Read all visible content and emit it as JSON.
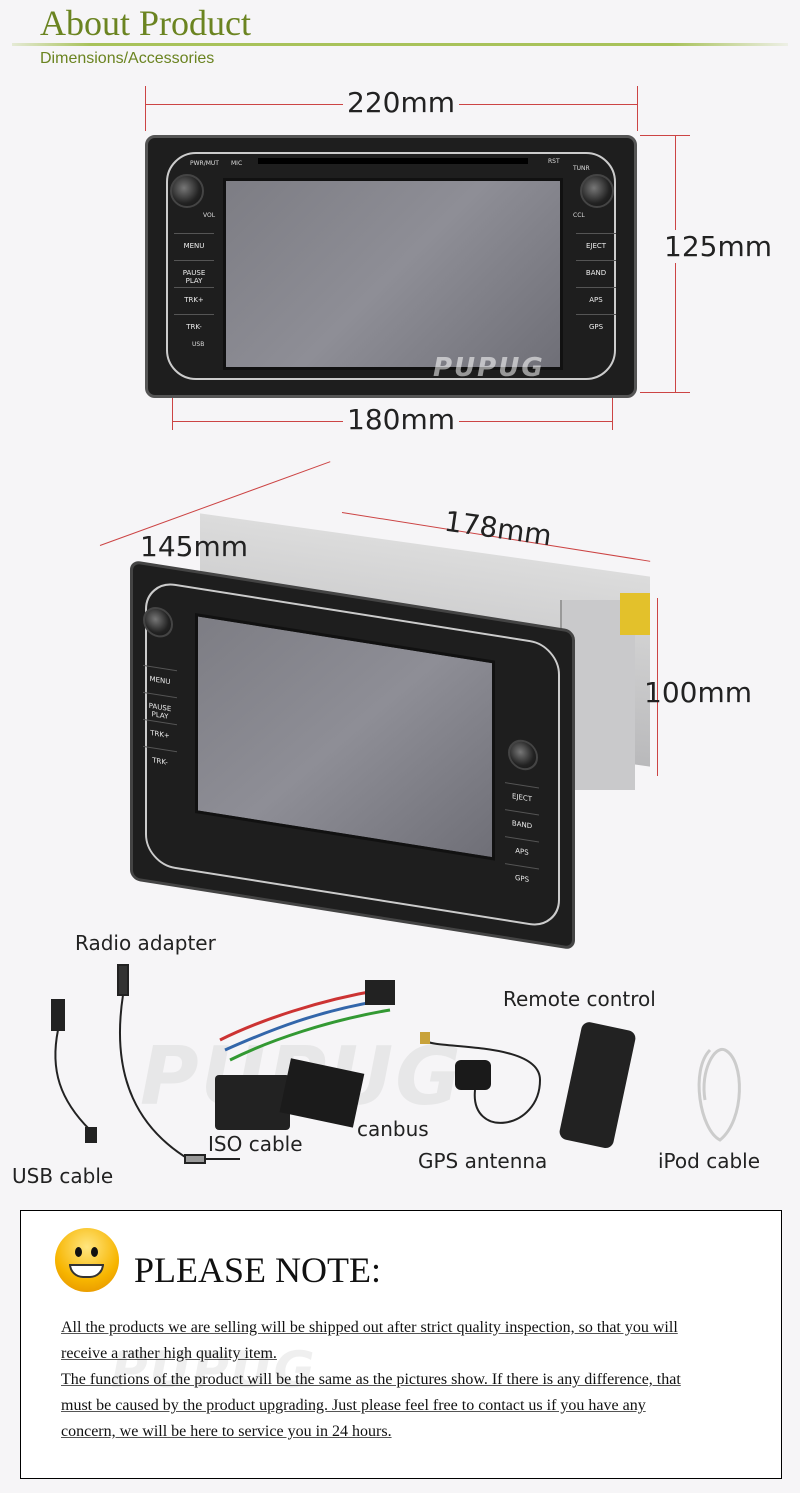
{
  "header": {
    "title": "About Product",
    "subtitle": "Dimensions/Accessories"
  },
  "watermark": "PUPUG",
  "front_view": {
    "width_label": "220mm",
    "height_label": "125mm",
    "inner_width_label": "180mm",
    "top_labels": {
      "pwr": "PWR/MUT",
      "mic": "MIC",
      "rst": "RST",
      "tunr": "TUNR",
      "vol": "VOL",
      "sel": "CCL"
    },
    "left_buttons": [
      "MENU",
      "PAUSE PLAY",
      "TRK+",
      "TRK-"
    ],
    "usb": "USB",
    "right_buttons": [
      "EJECT",
      "BAND",
      "APS",
      "GPS"
    ]
  },
  "side_view": {
    "depth_label": "145mm",
    "width_label": "178mm",
    "height_label": "100mm",
    "left_buttons": [
      "MENU",
      "PAUSE PLAY",
      "TRK+",
      "TRK-"
    ],
    "right_buttons": [
      "EJECT",
      "BAND",
      "APS",
      "GPS"
    ]
  },
  "accessories": {
    "radio_adapter": "Radio adapter",
    "remote_control": "Remote control",
    "iso_cable": "ISO cable",
    "canbus": "canbus",
    "gps_antenna": "GPS antenna",
    "ipod_cable": "iPod cable",
    "usb_cable": "USB cable"
  },
  "note": {
    "heading": "PLEASE NOTE:",
    "lines": [
      "All the products we are selling will be shipped out after strict quality inspection, so that you will",
      "receive a rather high quality item.",
      "The functions of the product will be the same as the pictures show. If there is any difference, that",
      "must be caused by the product upgrading. Just please feel free to contact us if you have any",
      "concern, we will be here to service you in 24 hours."
    ]
  },
  "colors": {
    "accent": "#6b8421",
    "dimension_line": "#cc4444"
  }
}
